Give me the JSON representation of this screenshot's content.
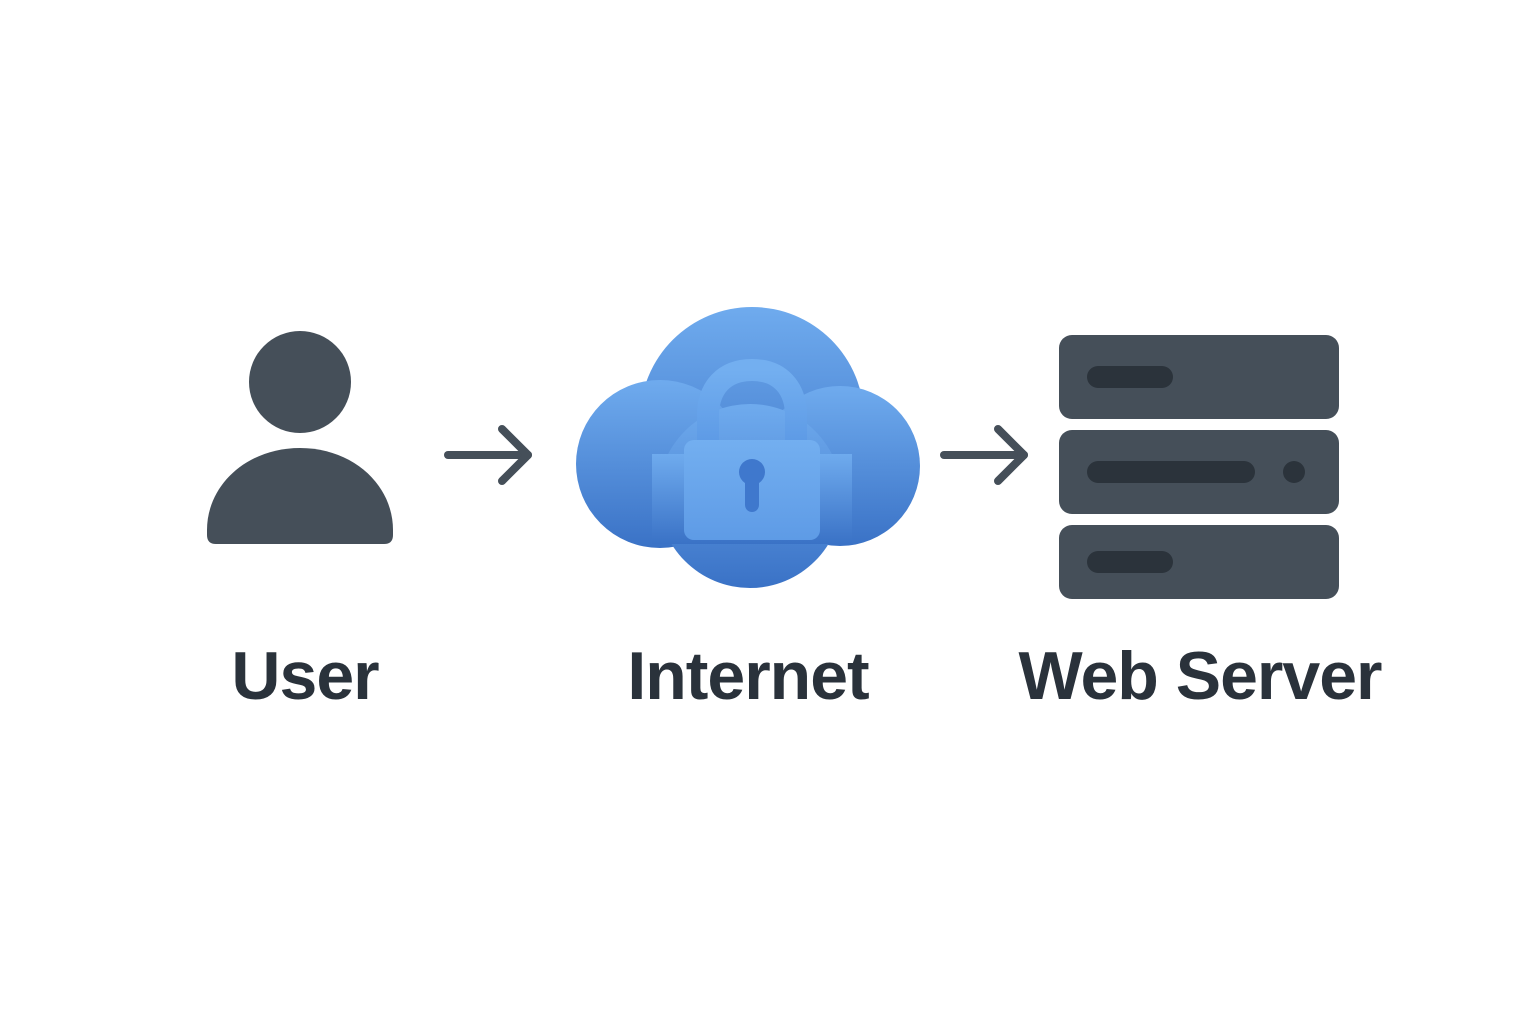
{
  "colors": {
    "icon_dark": "#454f59",
    "icon_slot": "#2b333b",
    "label_text": "#2a323b",
    "cloud_light": "#6fabee",
    "cloud_dark": "#3a72c6",
    "lock_fill": "#6aa7ec",
    "lock_keyhole": "#3f78cd"
  },
  "nodes": [
    {
      "id": "user",
      "label": "User",
      "icon": "person-icon"
    },
    {
      "id": "internet",
      "label": "Internet",
      "icon": "cloud-lock-icon"
    },
    {
      "id": "web_server",
      "label": "Web Server",
      "icon": "server-stack-icon"
    }
  ],
  "edges": [
    {
      "from": "user",
      "to": "internet",
      "icon": "arrow-right-icon"
    },
    {
      "from": "internet",
      "to": "web_server",
      "icon": "arrow-right-icon"
    }
  ]
}
